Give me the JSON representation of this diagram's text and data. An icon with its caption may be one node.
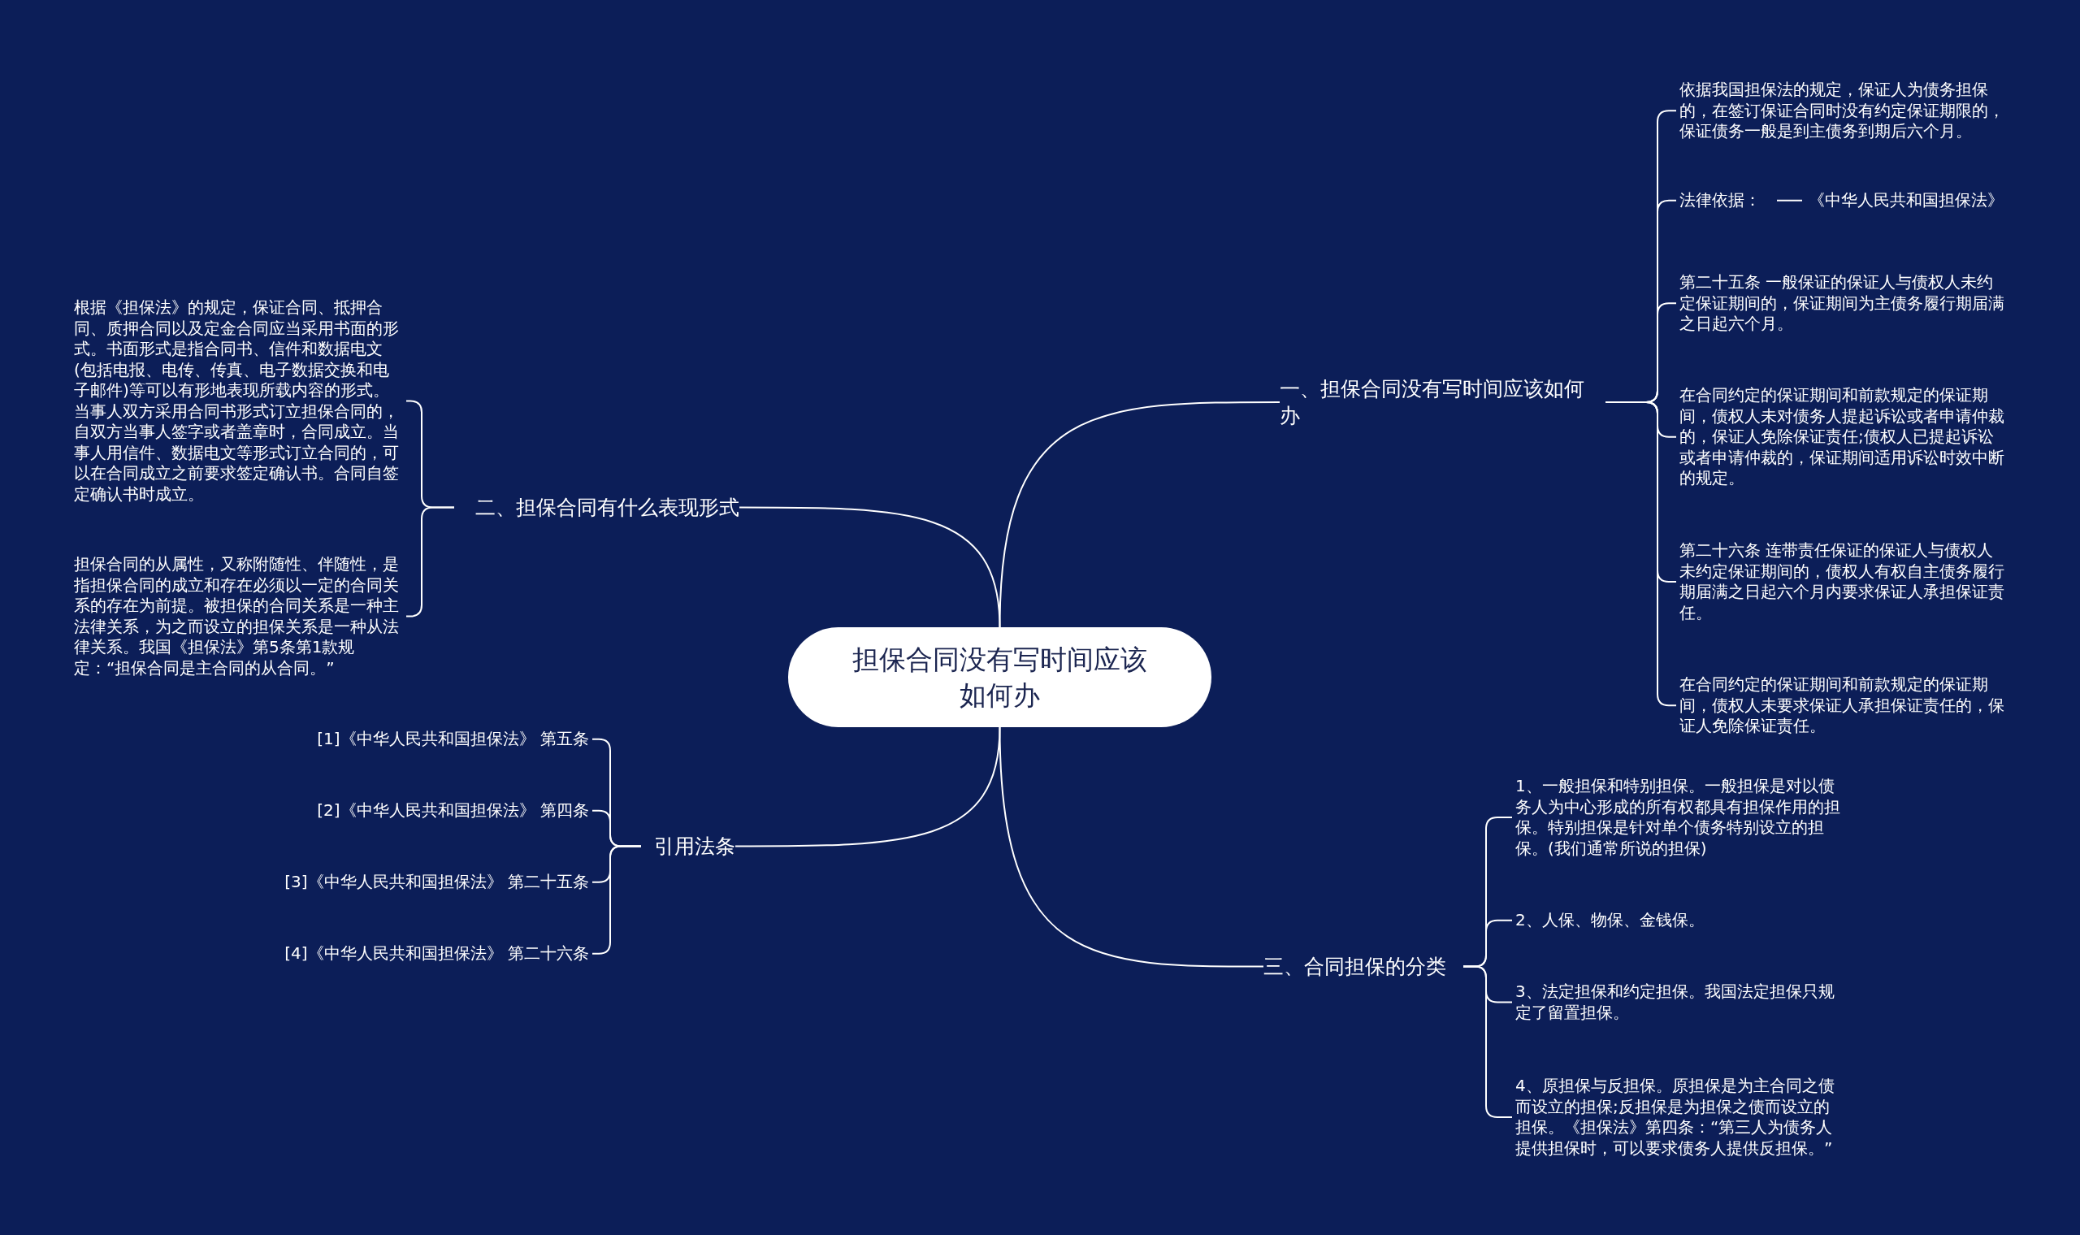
{
  "diagram": {
    "nodes": [
      {
        "text": [
          "担保合同没有写时间应该如何办"
        ]
      },
      {
        "text": [
          "一、担保合同没有写时间应该如何办"
        ]
      },
      {
        "text": [
          "依据我国担保法的规定，保证人为债务担保的，在签订保证合同时没有约定保证期限的，保证债务一般是到主债务到期后六个月。"
        ]
      },
      {
        "text": [
          "法律依据："
        ]
      },
      {
        "text": [
          "《中华人民共和国担保法》"
        ]
      },
      {
        "text": [
          "第二十五条 一般保证的保证人与债权人未约定保证期间的，保证期间为主债务履行期届满之日起六个月。"
        ]
      },
      {
        "text": [
          "在合同约定的保证期间和前款规定的保证期间，债权人未对债务人提起诉讼或者申请仲裁的，保证人免除保证责任;债权人已提起诉讼或者申请仲裁的，保证期间适用诉讼时效中断的规定。"
        ]
      },
      {
        "text": [
          "第二十六条 连带责任保证的保证人与债权人未约定保证期间的，债权人有权自主债务履行期届满之日起六个月内要求保证人承担保证责任。"
        ]
      },
      {
        "text": [
          "在合同约定的保证期间和前款规定的保证期间，债权人未要求保证人承担保证责任的，保证人免除保证责任。"
        ]
      },
      {
        "text": [
          "二、担保合同有什么表现形式"
        ]
      },
      {
        "text": [
          "根据《担保法》的规定，保证合同、抵押合同、质押合同以及定金合同应当采用书面的形式。书面形式是指合同书、信件和数据电文(包括电报、电传、传真、电子数据交换和电子邮件)等可以有形地表现所载内容的形式。当事人双方采用合同书形式订立担保合同的，自双方当事人签字或者盖章时，合同成立。当事人用信件、数据电文等形式订立合同的，可以在合同成立之前要求签定确认书。合同自签定确认书时成立。"
        ]
      },
      {
        "text": [
          "担保合同的从属性，又称附随性、伴随性，是指担保合同的成立和存在必须以一定的合同关系的存在为前提。被担保的合同关系是一种主法律关系，为之而设立的担保关系是一种从法律关系。我国《担保法》第5条第1款规定：“担保合同是主合同的从合同。”"
        ]
      },
      {
        "text": [
          "引用法条"
        ]
      },
      {
        "text": [
          "[1]《中华人民共和国担保法》 第五条"
        ]
      },
      {
        "text": [
          "[2]《中华人民共和国担保法》 第四条"
        ]
      },
      {
        "text": [
          "[3]《中华人民共和国担保法》 第二十五条"
        ]
      },
      {
        "text": [
          "[4]《中华人民共和国担保法》 第二十六条"
        ]
      },
      {
        "text": [
          "三、合同担保的分类"
        ]
      },
      {
        "text": [
          "1、一般担保和特别担保。一般担保是对以债务人为中心形成的所有权都具有担保作用的担保。特别担保是针对单个债务特别设立的担保。(我们通常所说的担保)"
        ]
      },
      {
        "text": [
          "2、人保、物保、金钱保。"
        ]
      },
      {
        "text": [
          "3、法定担保和约定担保。我国法定担保只规定了留置担保。"
        ]
      },
      {
        "text": [
          "4、原担保与反担保。原担保是为主合同之债而设立的担保;反担保是为担保之债而设立的担保。《担保法》第四条：“第三人为债务人提供担保时，可以要求债务人提供反担保。”"
        ]
      }
    ],
    "edges": [
      {
        "from": 0,
        "to": 1,
        "arrow": "none"
      },
      {
        "from": 1,
        "to": 2,
        "arrow": "none"
      },
      {
        "from": 1,
        "to": 3,
        "arrow": "none"
      },
      {
        "from": 3,
        "to": 4,
        "arrow": "none"
      },
      {
        "from": 1,
        "to": 5,
        "arrow": "none"
      },
      {
        "from": 1,
        "to": 6,
        "arrow": "none"
      },
      {
        "from": 1,
        "to": 7,
        "arrow": "none"
      },
      {
        "from": 1,
        "to": 8,
        "arrow": "none"
      },
      {
        "from": 0,
        "to": 9,
        "arrow": "none"
      },
      {
        "from": 9,
        "to": 10,
        "arrow": "none"
      },
      {
        "from": 9,
        "to": 11,
        "arrow": "none"
      },
      {
        "from": 0,
        "to": 12,
        "arrow": "none"
      },
      {
        "from": 12,
        "to": 13,
        "arrow": "none"
      },
      {
        "from": 12,
        "to": 14,
        "arrow": "none"
      },
      {
        "from": 12,
        "to": 15,
        "arrow": "none"
      },
      {
        "from": 12,
        "to": 16,
        "arrow": "none"
      },
      {
        "from": 0,
        "to": 17,
        "arrow": "none"
      },
      {
        "from": 17,
        "to": 18,
        "arrow": "none"
      },
      {
        "from": 17,
        "to": 19,
        "arrow": "none"
      },
      {
        "from": 17,
        "to": 20,
        "arrow": "none"
      },
      {
        "from": 17,
        "to": 21,
        "arrow": "none"
      }
    ]
  }
}
